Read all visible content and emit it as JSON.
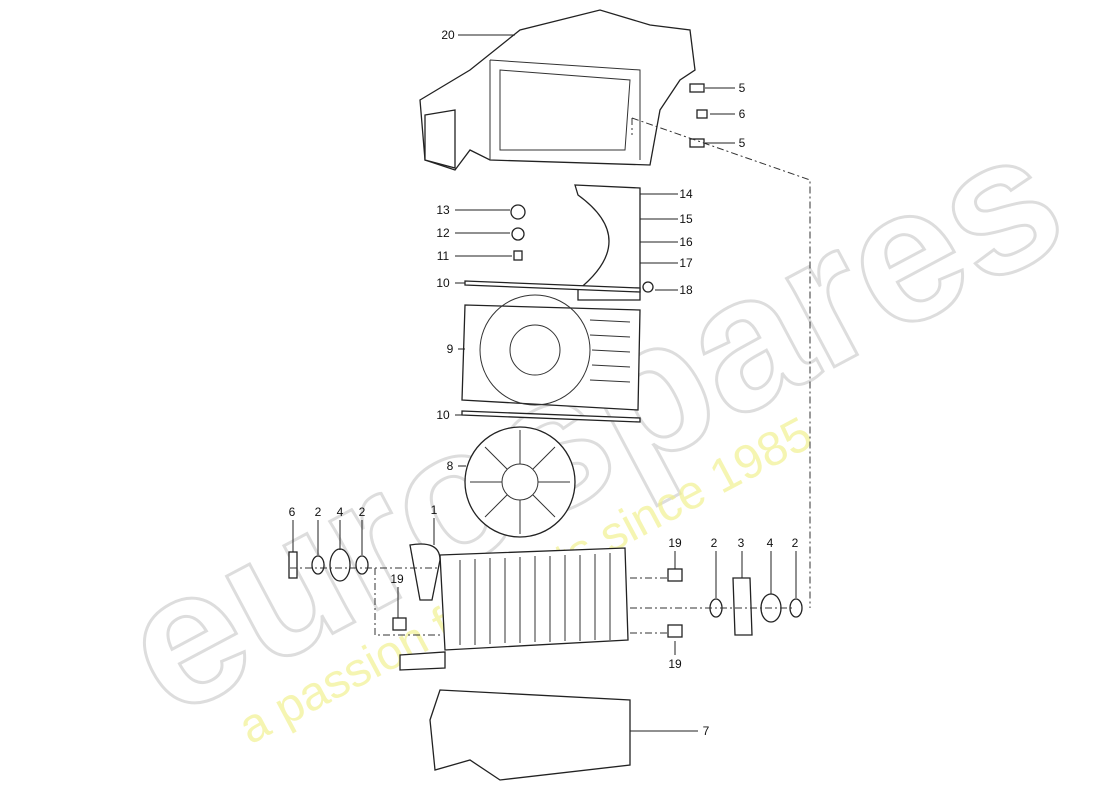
{
  "watermark": {
    "brand": "eurospares",
    "tagline": "a passion for parts since 1985",
    "brand_color": "#dddddd",
    "tagline_color": "#f1f08a"
  },
  "callouts": [
    "20",
    "5",
    "6",
    "5",
    "13",
    "12",
    "11",
    "10",
    "14",
    "15",
    "16",
    "17",
    "18",
    "9",
    "10",
    "8",
    "6",
    "2",
    "4",
    "2",
    "1",
    "19",
    "19",
    "2",
    "3",
    "4",
    "2",
    "19",
    "7"
  ],
  "colors": {
    "line": "#222222",
    "background": "#ffffff"
  }
}
